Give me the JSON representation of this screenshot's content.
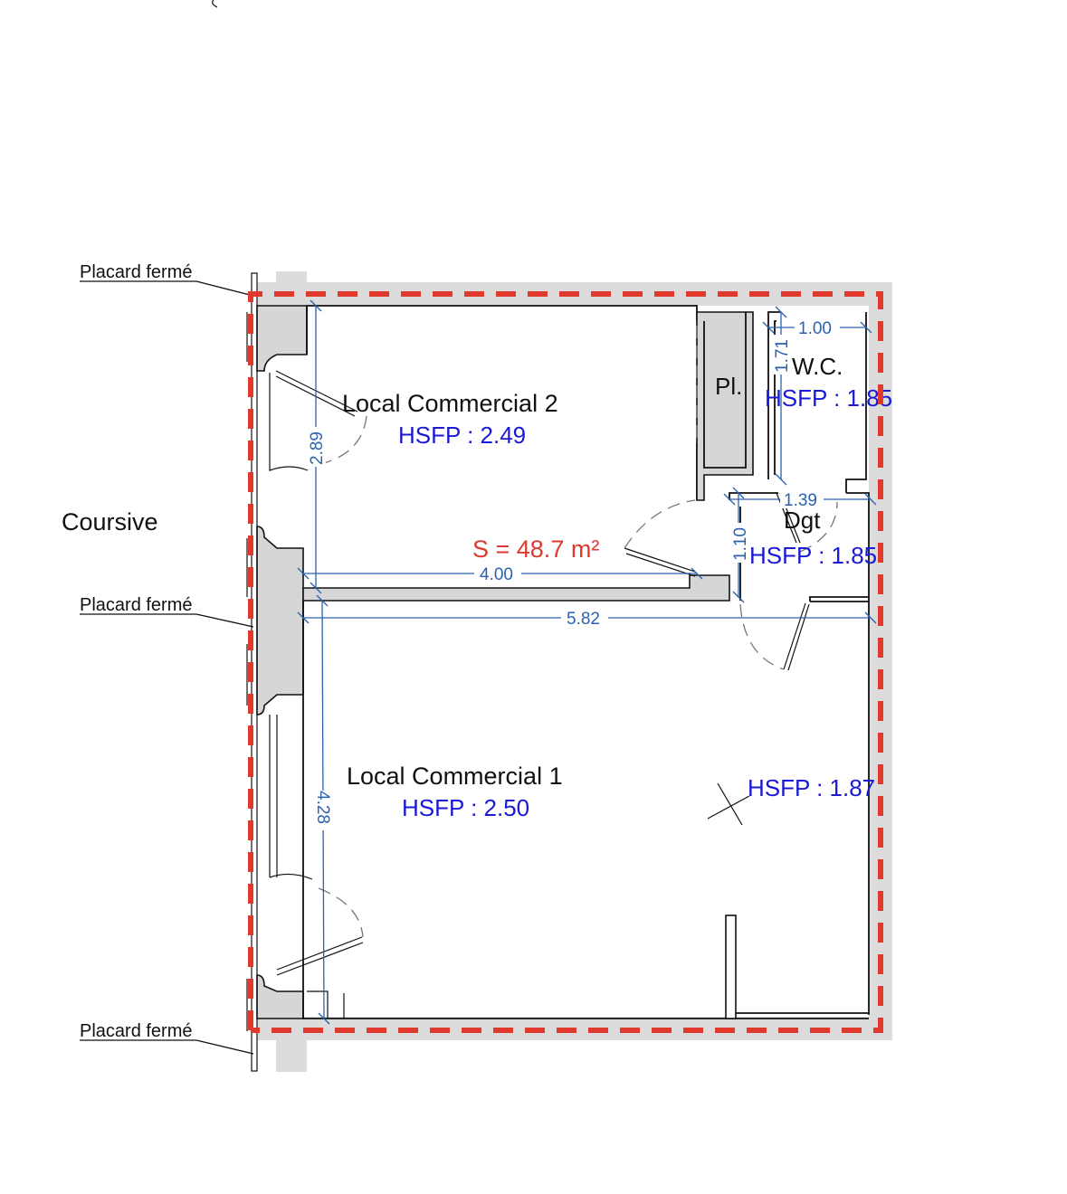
{
  "rooms": {
    "local2": {
      "name": "Local Commercial 2",
      "hsfp": "HSFP : 2.49"
    },
    "local1": {
      "name": "Local Commercial 1",
      "hsfp": "HSFP : 2.50"
    },
    "wc": {
      "name": "W.C.",
      "hsfp": "HSFP : 1.85"
    },
    "dgt": {
      "name": "Dgt",
      "hsfp": "HSFP : 1.85"
    },
    "pl": {
      "name": "Pl."
    },
    "corner_hsfp": "HSFP : 1.87"
  },
  "surface": "S = 48.7 m²",
  "coursive": "Coursive",
  "placards": [
    "Placard fermé",
    "Placard fermé",
    "Placard fermé"
  ],
  "dimensions": {
    "d_2_89": "2.89",
    "d_4_00": "4.00",
    "d_5_82": "5.82",
    "d_4_28": "4.28",
    "d_1_00": "1.00",
    "d_1_71": "1.71",
    "d_1_39": "1.39",
    "d_1_10": "1.10"
  },
  "colors": {
    "boundary": "#e03a2f",
    "dimension": "#2a62b0",
    "hsfp": "#1a1ad6",
    "wall_fill": "#d6d6d6"
  }
}
